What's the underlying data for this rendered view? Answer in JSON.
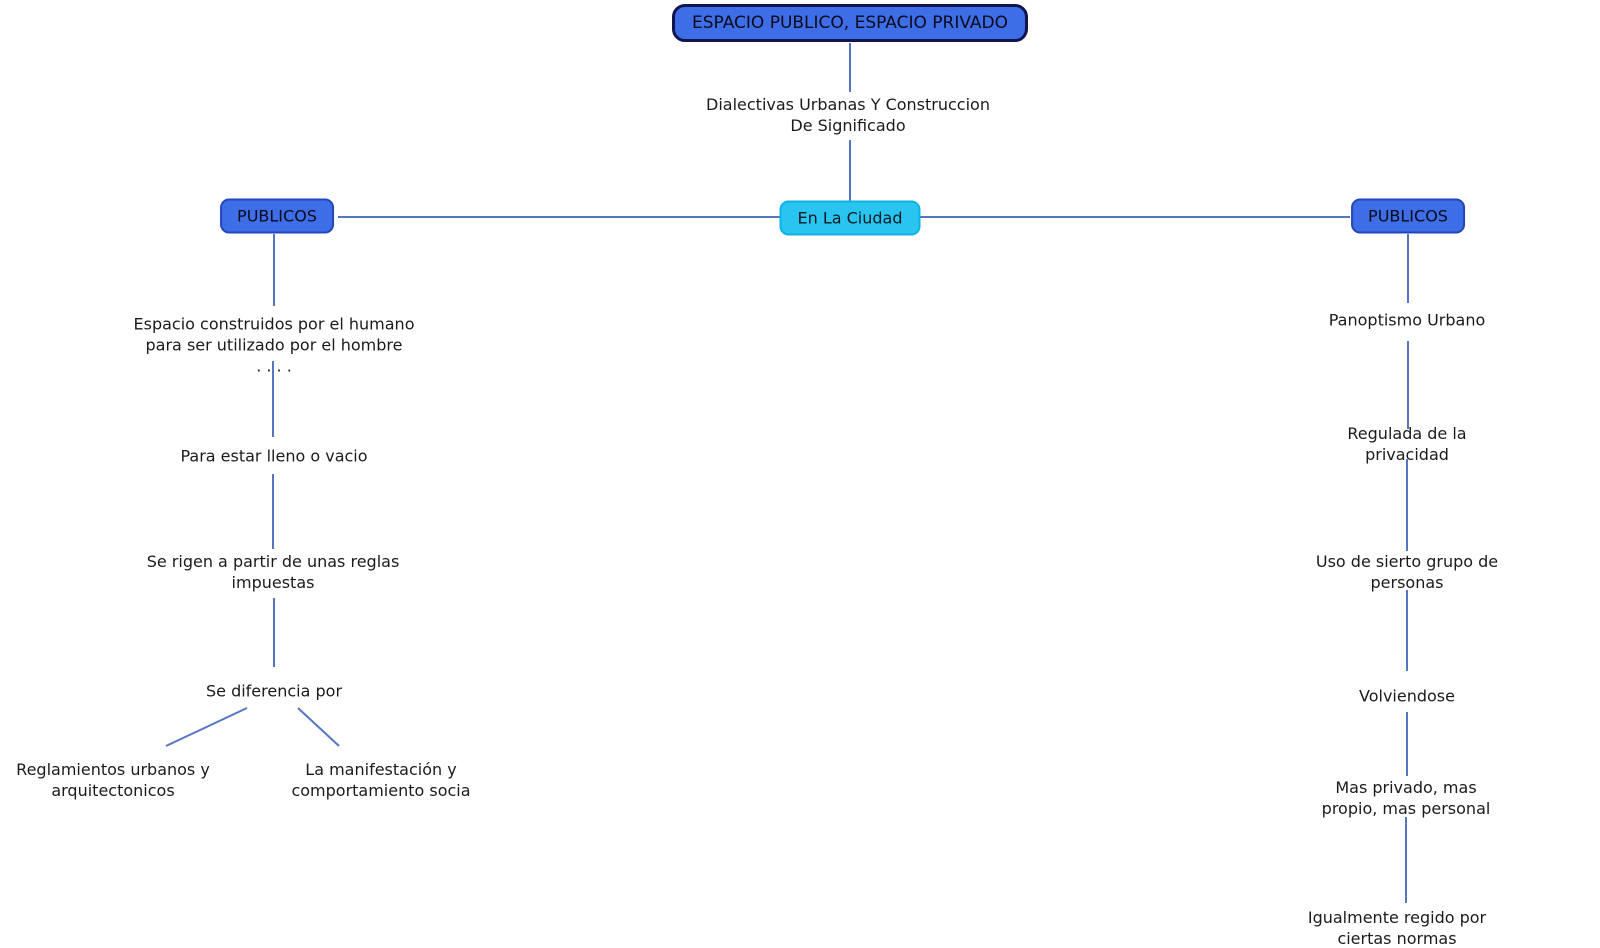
{
  "map": {
    "root": "ESPACIO PUBLICO, ESPACIO PRIVADO",
    "linking_phrase": "Dialectivas Urbanas Y Construccion\nDe Significado",
    "center": "En La Ciudad",
    "left_header": "PUBLICOS",
    "right_header": "PUBLICOS",
    "left_chain": {
      "espacio": "Espacio construidos por el humano\npara ser utilizado por el hombre\n.  .  .  .",
      "para_estar": "Para estar lleno o vacio",
      "se_rigen": "Se rigen a partir de unas reglas\nimpuestas",
      "se_diferencia": "Se diferencia por",
      "leaf_reglamentos": "Reglamientos urbanos y\narquitectonicos",
      "leaf_manifestacion": "La manifestación y\ncomportamiento socia"
    },
    "right_chain": {
      "panoptismo": "Panoptismo Urbano",
      "regulada": "Regulada de la privacidad",
      "uso": "Uso de sierto grupo de personas",
      "volviendose": "Volviendose",
      "mas_privado": "Mas privado, mas propio, mas personal",
      "igualmente": "Igualmente regido por ciertas normas"
    }
  },
  "colors": {
    "node_fill": "#3e6de8",
    "root_border": "#10154e",
    "node_border": "#2446b8",
    "center_fill": "#29c5f0",
    "center_border": "#0cb2e2",
    "connector": "#5577c2",
    "text": "#1b1b1b",
    "background": "#ffffff"
  }
}
